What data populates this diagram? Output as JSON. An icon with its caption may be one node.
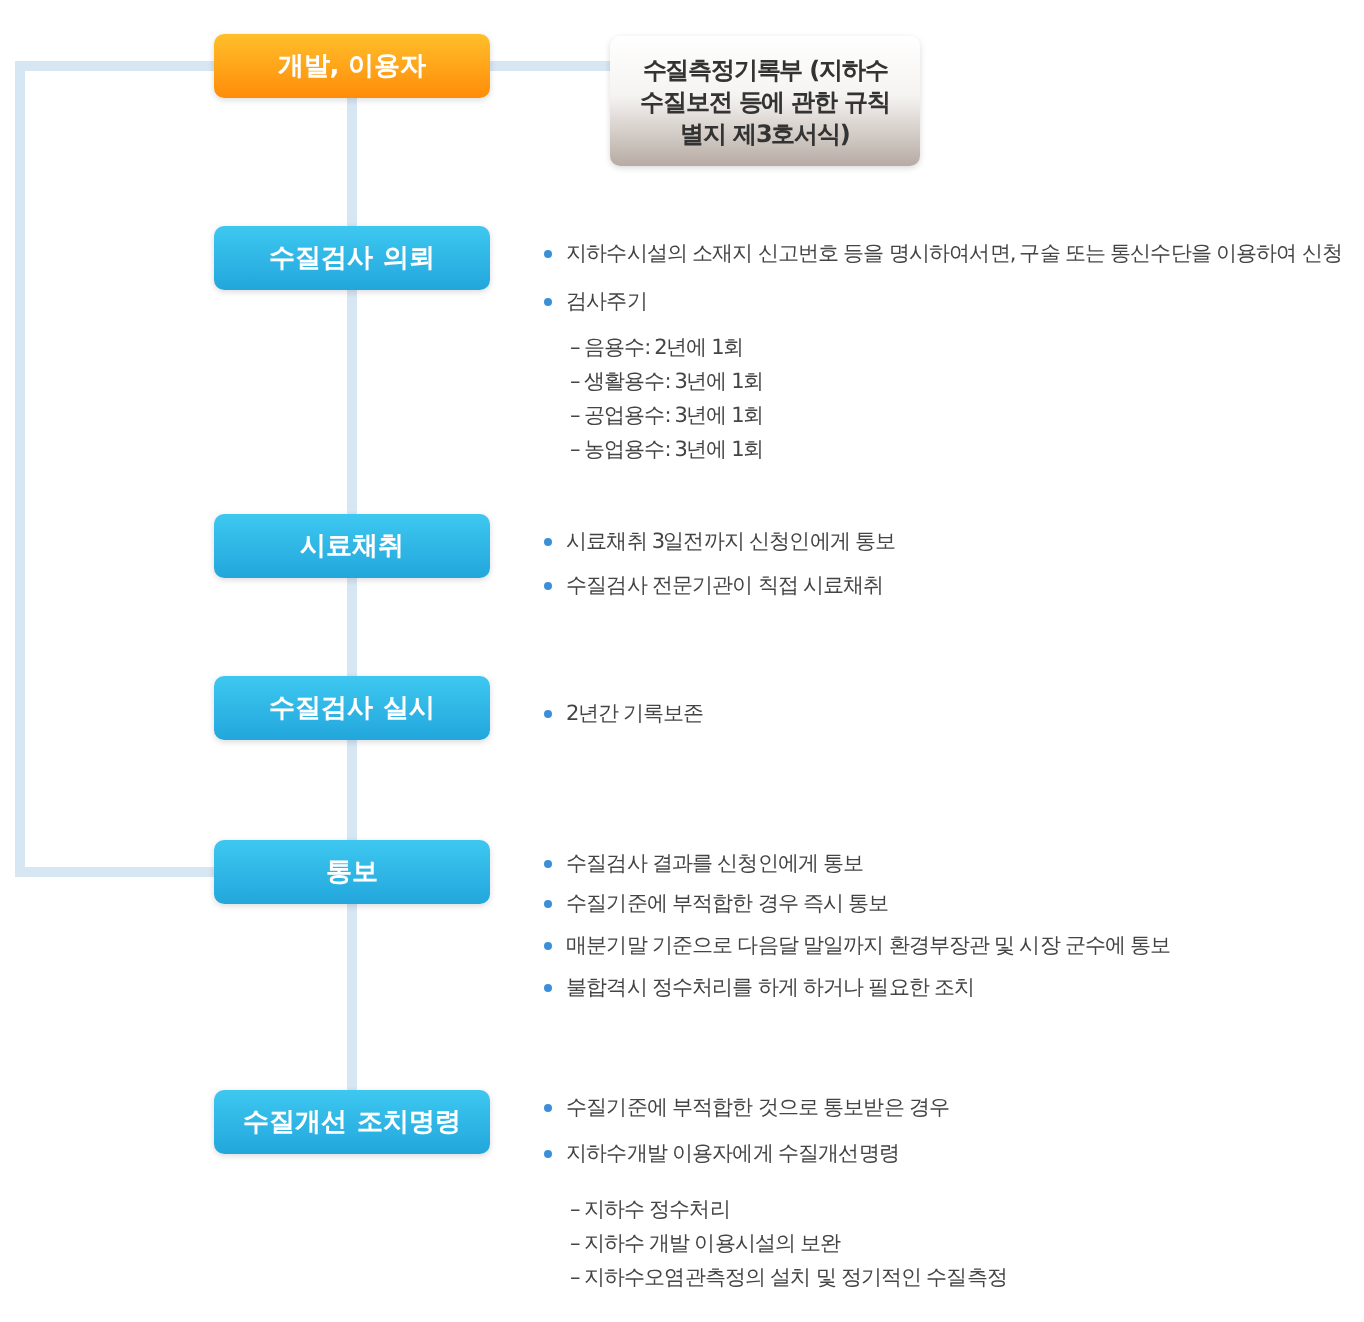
{
  "diagram": {
    "nodes": [
      {
        "text": [
          "개발, 이용자"
        ]
      },
      {
        "text": [
          "수질측정기록부 (지하수 수질보전 등에 관한 규칙 별지 제3호서식)"
        ]
      },
      {
        "text": [
          "수질검사 의뢰"
        ],
        "beside": [
          "지하수시설의 소재지 신고번호 등을 명시하여서면, 구술 또는 통신수단을 이용하여 신청",
          "검사주기",
          "– 음용수: 2년에 1회",
          "– 생활용수: 3년에 1회",
          "– 공업용수: 3년에 1회",
          "– 농업용수: 3년에 1회"
        ]
      },
      {
        "text": [
          "시료채취"
        ],
        "beside": [
          "시료채취 3일전까지 신청인에게 통보",
          "수질검사 전문기관이 칙접 시료채취"
        ]
      },
      {
        "text": [
          "수질검사 실시"
        ],
        "beside": [
          "2년간 기록보존"
        ]
      },
      {
        "text": [
          "통보"
        ],
        "beside": [
          "수질검사 결과를 신청인에게 통보",
          "수질기준에 부적합한 경우 즉시 통보",
          "매분기말 기준으로 다음달 말일까지 환경부장관 및 시장 군수에 통보",
          "불합격시 정수처리를 하게 하거나 필요한 조치"
        ]
      },
      {
        "text": [
          "수질개선 조치명령"
        ],
        "beside": [
          "수질기준에 부적합한 것으로 통보받은 경우",
          "지하수개발 이용자에게 수질개선명령",
          "– 지하수 정수처리",
          "– 지하수 개발 이용시설의 보완",
          "– 지하수오염관측정의 설치 및 정기적인 수질측정"
        ]
      }
    ],
    "edges": [
      {
        "from": 0,
        "to": 1,
        "arrow": "none"
      },
      {
        "from": 0,
        "to": 2,
        "arrow": "none"
      },
      {
        "from": 2,
        "to": 3,
        "arrow": "none"
      },
      {
        "from": 3,
        "to": 4,
        "arrow": "none"
      },
      {
        "from": 4,
        "to": 5,
        "arrow": "none"
      },
      {
        "from": 5,
        "to": 6,
        "arrow": "none"
      },
      {
        "from": 5,
        "to": 0,
        "arrow": "none"
      }
    ]
  }
}
